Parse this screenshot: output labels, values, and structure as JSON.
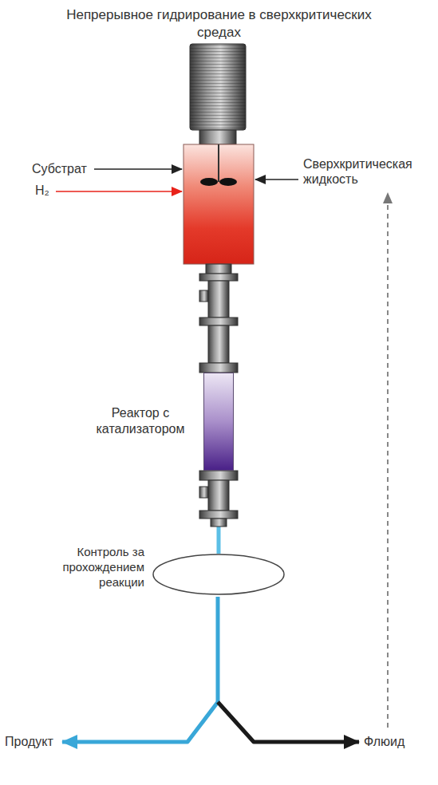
{
  "diagram": {
    "title": "Непрерывное гидрирование в сверхкритических средах",
    "nodes": [
      {
        "text": [
          "Реактор с катализатором"
        ]
      },
      {
        "text": [
          "Контроль за прохождением реакции"
        ]
      }
    ],
    "edges": [
      {
        "from": 0,
        "to": 1,
        "arrow": "none"
      }
    ],
    "labels": [
      "Субстрат",
      "H₂",
      "Сверхкритическая жидкость",
      "Продукт",
      "Флюид"
    ]
  }
}
